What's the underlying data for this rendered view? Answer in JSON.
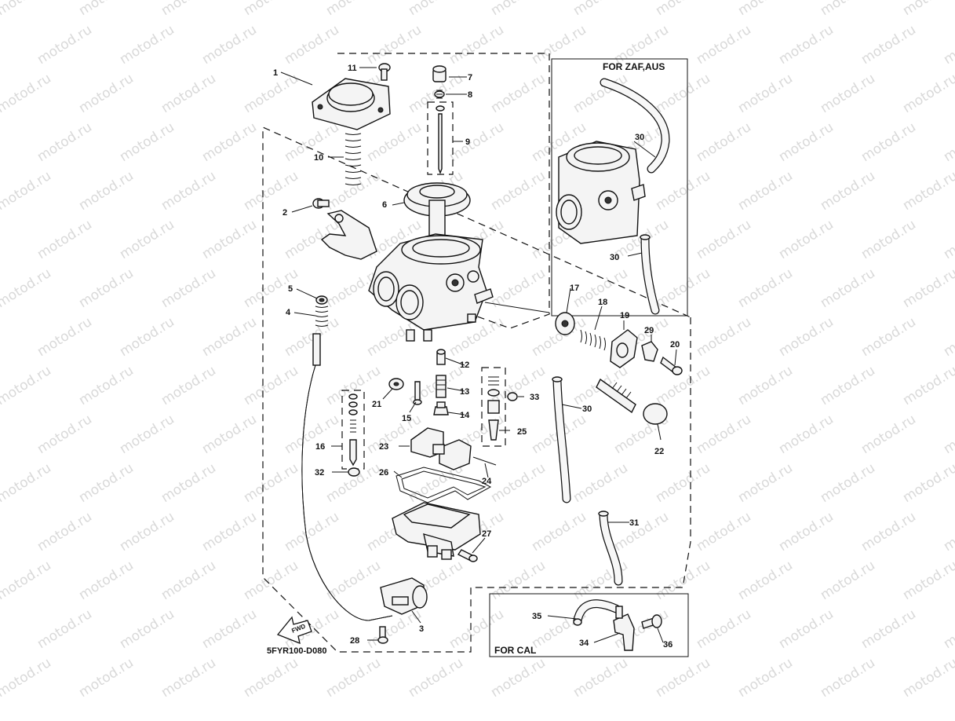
{
  "watermark": "motod.ru",
  "diagram": {
    "region_labels": {
      "zaf_aus": "FOR ZAF,AUS",
      "cal": "FOR CAL"
    },
    "drawing_code": "5FYR100-D080",
    "fwd_label": "FWD",
    "callouts": [
      "1",
      "2",
      "3",
      "4",
      "5",
      "6",
      "7",
      "8",
      "9",
      "10",
      "11",
      "12",
      "13",
      "14",
      "15",
      "16",
      "17",
      "18",
      "19",
      "20",
      "21",
      "22",
      "23",
      "24",
      "25",
      "26",
      "27",
      "28",
      "29",
      "30",
      "30",
      "30",
      "31",
      "32",
      "33",
      "34",
      "35",
      "36"
    ]
  }
}
